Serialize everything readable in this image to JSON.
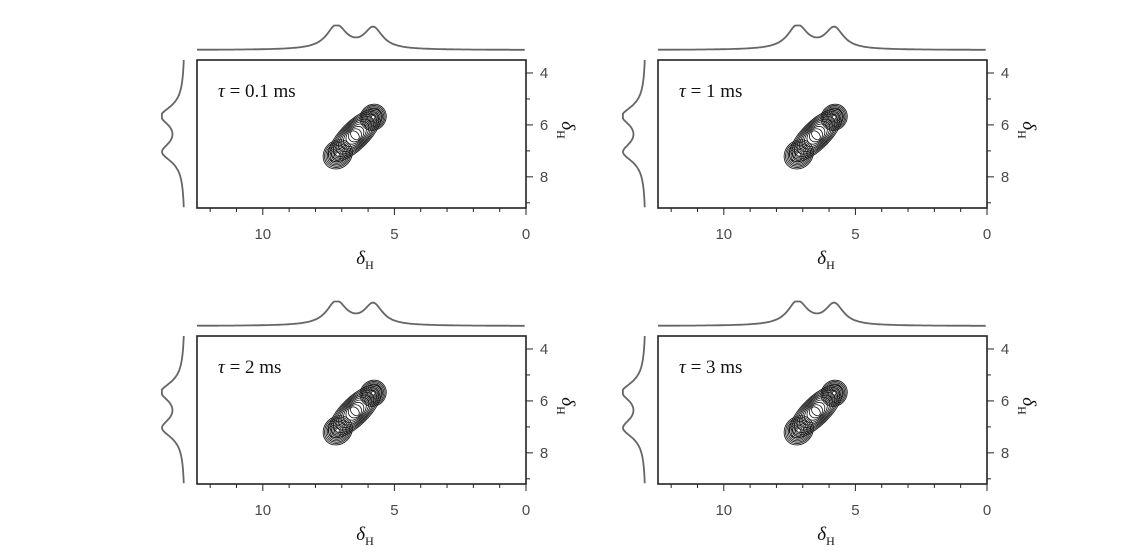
{
  "figure": {
    "panel_count": 4
  },
  "chart_data": [
    {
      "type": "contour",
      "annotation": {
        "symbol": "τ",
        "text": " = 0.1 ms"
      },
      "xlabel": {
        "symbol": "δ",
        "sub": "H"
      },
      "ylabel": {
        "symbol": "δ",
        "sub": "H"
      },
      "x_axis": {
        "range": [
          12.5,
          0
        ],
        "reversed": true,
        "ticks": [
          10,
          5,
          0
        ]
      },
      "y_axis": {
        "range": [
          3.5,
          9.2
        ],
        "reversed": true,
        "ticks": [
          4,
          6,
          8
        ],
        "position": "right"
      },
      "projection_peaks": [
        7.2,
        5.8
      ],
      "cross_peak": {
        "from": [
          7.3,
          7.2
        ],
        "to": [
          5.7,
          5.6
        ]
      },
      "contour_levels": 10,
      "show_grid": false
    },
    {
      "type": "contour",
      "annotation": {
        "symbol": "τ",
        "text": " = 1 ms"
      },
      "xlabel": {
        "symbol": "δ",
        "sub": "H"
      },
      "ylabel": {
        "symbol": "δ",
        "sub": "H"
      },
      "x_axis": {
        "range": [
          12.5,
          0
        ],
        "reversed": true,
        "ticks": [
          10,
          5,
          0
        ]
      },
      "y_axis": {
        "range": [
          3.5,
          9.2
        ],
        "reversed": true,
        "ticks": [
          4,
          6,
          8
        ],
        "position": "right"
      },
      "projection_peaks": [
        7.2,
        5.8
      ],
      "cross_peak": {
        "from": [
          7.3,
          7.2
        ],
        "to": [
          5.7,
          5.6
        ]
      },
      "contour_levels": 10,
      "show_grid": false
    },
    {
      "type": "contour",
      "annotation": {
        "symbol": "τ",
        "text": " = 2 ms"
      },
      "xlabel": {
        "symbol": "δ",
        "sub": "H"
      },
      "ylabel": {
        "symbol": "δ",
        "sub": "H"
      },
      "x_axis": {
        "range": [
          12.5,
          0
        ],
        "reversed": true,
        "ticks": [
          10,
          5,
          0
        ]
      },
      "y_axis": {
        "range": [
          3.5,
          9.2
        ],
        "reversed": true,
        "ticks": [
          4,
          6,
          8
        ],
        "position": "right"
      },
      "projection_peaks": [
        7.2,
        5.8
      ],
      "cross_peak": {
        "from": [
          7.3,
          7.2
        ],
        "to": [
          5.7,
          5.6
        ]
      },
      "contour_levels": 10,
      "show_grid": false
    },
    {
      "type": "contour",
      "annotation": {
        "symbol": "τ",
        "text": " = 3 ms"
      },
      "xlabel": {
        "symbol": "δ",
        "sub": "H"
      },
      "ylabel": {
        "symbol": "δ",
        "sub": "H"
      },
      "x_axis": {
        "range": [
          12.5,
          0
        ],
        "reversed": true,
        "ticks": [
          10,
          5,
          0
        ]
      },
      "y_axis": {
        "range": [
          3.5,
          9.2
        ],
        "reversed": true,
        "ticks": [
          4,
          6,
          8
        ],
        "position": "right"
      },
      "projection_peaks": [
        7.2,
        5.8
      ],
      "cross_peak": {
        "from": [
          7.3,
          7.2
        ],
        "to": [
          5.7,
          5.6
        ]
      },
      "contour_levels": 10,
      "show_grid": false
    }
  ],
  "colors": {
    "frame": "#222222",
    "projection": "#666666",
    "contour": "#1a1a1a",
    "tick_label": "#4a4a4a"
  }
}
